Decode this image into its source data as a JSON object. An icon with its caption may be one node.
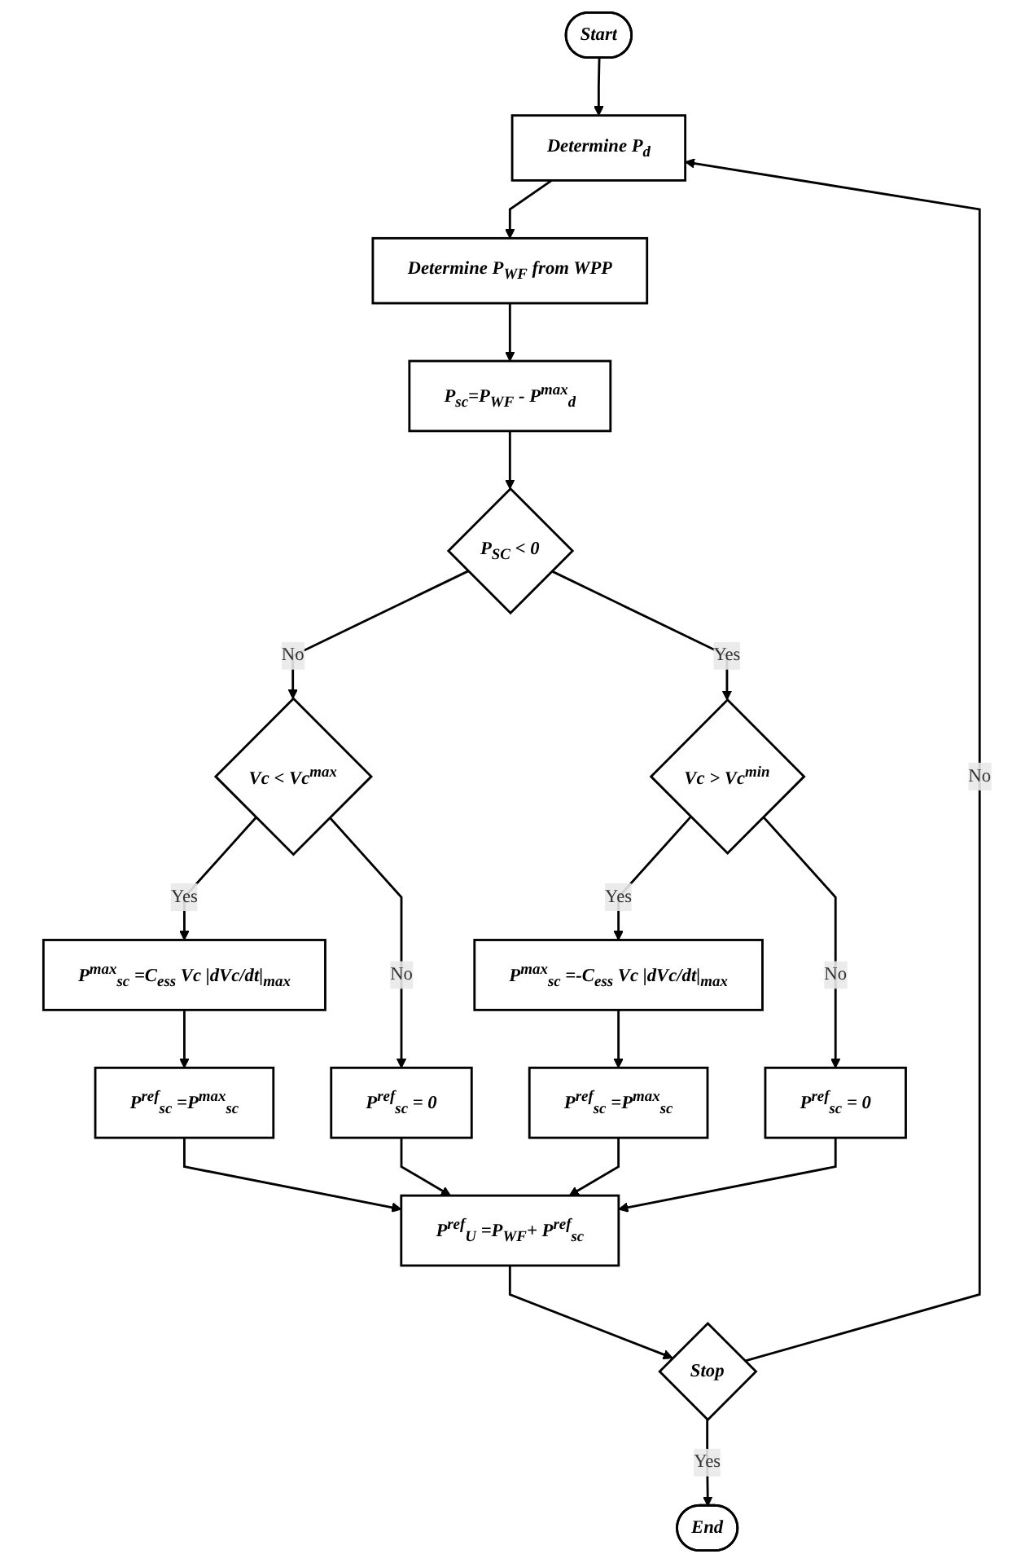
{
  "diagram": {
    "nodes": [
      {
        "text": [
          "Start"
        ]
      },
      {
        "text": [
          "Determine P$_{d}$"
        ]
      },
      {
        "text": [
          "Determine P$_{WF}$ from WPP"
        ]
      },
      {
        "text": [
          "P$_{sc}$=P$_{WF}$ - P$^{max}$$_{d}$"
        ]
      },
      {
        "text": [
          "P$_{SC}$ < 0"
        ]
      },
      {
        "text": [
          "Vc < Vc$^{max}$"
        ]
      },
      {
        "text": [
          "Vc > Vc$^{min}$"
        ]
      },
      {
        "text": [
          "P$^{max}$$_{sc}$ =C$_{ess}$ Vc |dVc/dt|$_{max}$"
        ]
      },
      {
        "text": [
          "P$^{max}$$_{sc}$ =-C$_{ess}$ Vc |dVc/dt|$_{max}$"
        ]
      },
      {
        "text": [
          "P$^{ref}$$_{sc}$ = 0"
        ]
      },
      {
        "text": [
          "P$^{ref}$$_{sc}$ = 0"
        ]
      },
      {
        "text": [
          "P$^{ref}$$_{sc}$ =P$^{max}$$_{sc}$"
        ]
      },
      {
        "text": [
          "P$^{ref}$$_{U}$ =P$_{WF}$+ P$^{ref}$$_{sc}$"
        ]
      },
      {
        "text": [
          "P$^{ref}$$_{sc}$ =P$^{max}$$_{sc}$"
        ]
      },
      {
        "text": [
          "Stop"
        ]
      },
      {
        "text": [
          "End"
        ]
      }
    ],
    "edges": [
      {
        "from": 0,
        "to": 1,
        "arrow": "to"
      },
      {
        "from": 1,
        "to": 2,
        "arrow": "to"
      },
      {
        "from": 2,
        "to": 3,
        "arrow": "to"
      },
      {
        "from": 3,
        "to": 4,
        "arrow": "to"
      },
      {
        "from": 4,
        "to": 5,
        "arrow": "to",
        "label": "No"
      },
      {
        "from": 4,
        "to": 6,
        "arrow": "to",
        "label": "Yes"
      },
      {
        "from": 5,
        "to": 7,
        "arrow": "to",
        "label": "Yes"
      },
      {
        "from": 5,
        "to": 9,
        "arrow": "to",
        "label": "No"
      },
      {
        "from": 6,
        "to": 8,
        "arrow": "to",
        "label": "Yes"
      },
      {
        "from": 6,
        "to": 10,
        "arrow": "to",
        "label": "No"
      },
      {
        "from": 7,
        "to": 11,
        "arrow": "to"
      },
      {
        "from": 8,
        "to": 13,
        "arrow": "to"
      },
      {
        "from": 9,
        "to": 12,
        "arrow": "to"
      },
      {
        "from": 10,
        "to": 12,
        "arrow": "to"
      },
      {
        "from": 11,
        "to": 12,
        "arrow": "to"
      },
      {
        "from": 13,
        "to": 12,
        "arrow": "to"
      },
      {
        "from": 12,
        "to": 14,
        "arrow": "to"
      },
      {
        "from": 14,
        "to": 15,
        "arrow": "to",
        "label": "Yes"
      },
      {
        "from": 14,
        "to": 1,
        "arrow": "to",
        "label": "No"
      }
    ]
  }
}
